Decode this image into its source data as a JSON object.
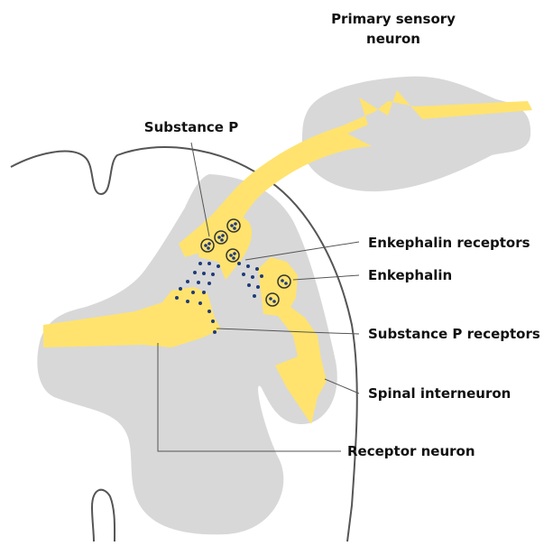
{
  "labels": {
    "primary_sensory_neuron_line1": "Primary sensory",
    "primary_sensory_neuron_line2": "neuron",
    "substance_p": "Substance P",
    "enkephalin_receptors": "Enkephalin receptors",
    "enkephalin": "Enkephalin",
    "substance_p_receptors": "Substance P receptors",
    "spinal_interneuron": "Spinal interneuron",
    "receptor_neuron": "Receptor neuron"
  },
  "colors": {
    "gray_matter": "#d8d8d8",
    "neuron": "#ffe36e",
    "receptor_dots": "#1f3a7a",
    "outline": "#555555"
  }
}
